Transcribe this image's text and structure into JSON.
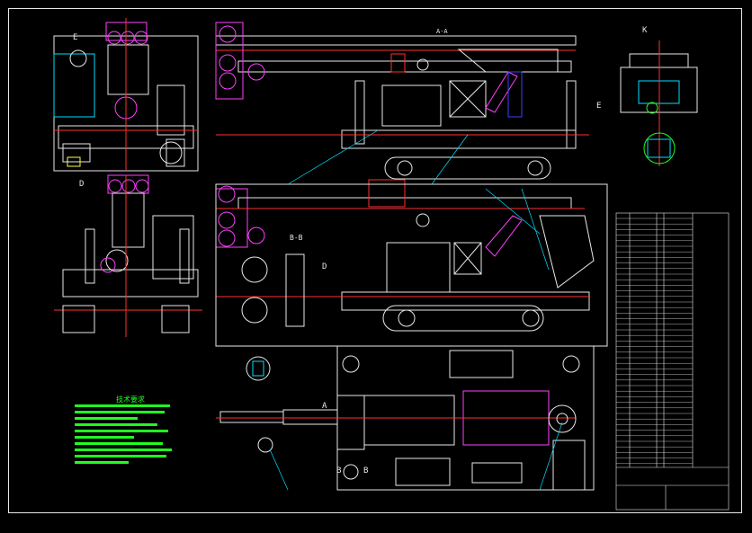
{
  "drawing": {
    "view_labels": {
      "main_top": "A-A",
      "view_e": "E",
      "view_k": "K",
      "view_d": "D",
      "view_bb": "B-B",
      "arrow_e": "E",
      "arrow_d": "D",
      "plan_a": "A",
      "plan_b": "B",
      "plan_b2": "B"
    },
    "notes_title": "技术要求",
    "note_lines": 10,
    "colors": {
      "line": "#e8e8e8",
      "red": "#ff3030",
      "green": "#20ff20",
      "magenta": "#ff40ff",
      "cyan": "#00e0ff",
      "yellow": "#ffff40",
      "blue": "#4040ff"
    }
  }
}
